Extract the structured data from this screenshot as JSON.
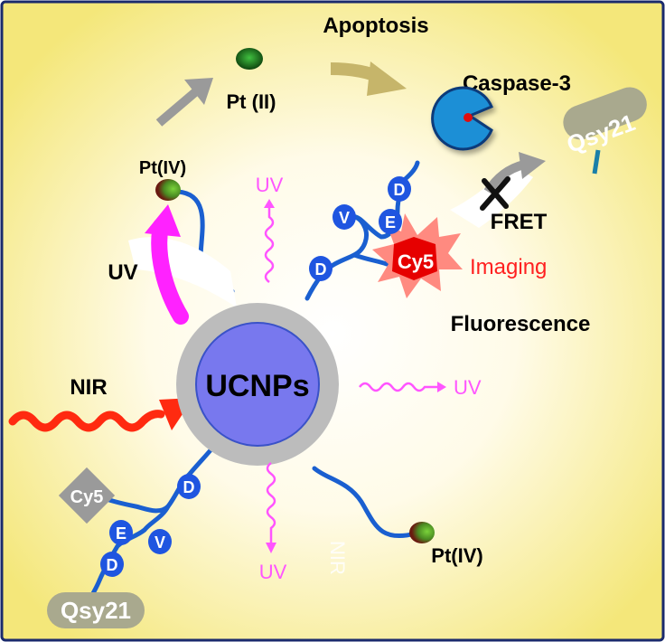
{
  "labels": {
    "apoptosis": "Apoptosis",
    "pt_ii": "Pt (II)",
    "caspase": "Caspase-3",
    "qsy21_top": "Qsy21",
    "qsy21_bottom": "Qsy21",
    "pt_iv_top": "Pt(IV)",
    "pt_iv_bottom": "Pt(IV)",
    "uv_arrow": "UV",
    "uv_emit_top": "UV",
    "uv_emit_right": "UV",
    "uv_emit_bottom": "UV",
    "nir_left": "NIR",
    "nir_vertical": "NIR",
    "fret": "FRET",
    "cy5_top": "Cy5",
    "cy5_bottom": "Cy5",
    "imaging": "Imaging",
    "fluorescence": "Fluorescence",
    "ucnps": "UCNPs",
    "peptide_top": [
      "D",
      "E",
      "V",
      "D"
    ],
    "peptide_bottom": [
      "D",
      "V",
      "E",
      "D"
    ]
  },
  "colors": {
    "background_center": "#ffffff",
    "background_edge": "#f6ec7e",
    "frame": "#1a2a6c",
    "core": "#7878ee",
    "shell": "#bcbcbc",
    "linker": "#2d6fd6",
    "peptide_bead": "#1f55e0",
    "uv": "#ff55ff",
    "nir": "#ff2a10",
    "cy5_star": "#ff8a80",
    "cy5_box_active": "#e60000",
    "cy5_box_quenched": "#9a9a9a",
    "qsy21": "#a9a98e",
    "caspase": "#1f8fd6",
    "apoptosis_arrow": "#c6b56a",
    "pt_arrow": "#9a9a9a",
    "imaging_text": "#ff2020"
  }
}
